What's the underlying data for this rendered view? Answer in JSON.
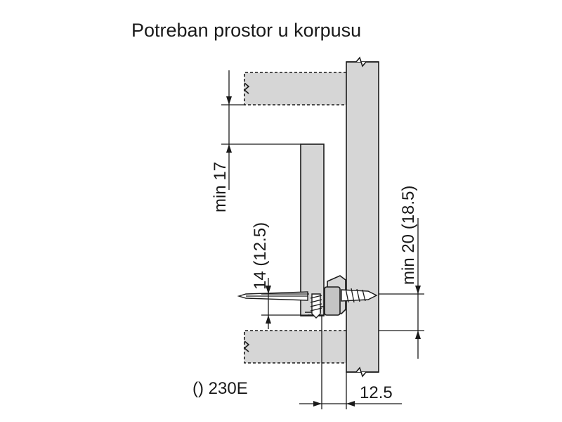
{
  "title": "Potreban prostor u korpusu",
  "dimensions": {
    "min_17": "min 17",
    "d14": "14 (12.5)",
    "min_20": "min 20 (18.5)",
    "d12_5": "12.5"
  },
  "note": "() 230E",
  "colors": {
    "panel_fill": "#d6d6d6",
    "line": "#1a1a1a",
    "background": "#ffffff"
  }
}
